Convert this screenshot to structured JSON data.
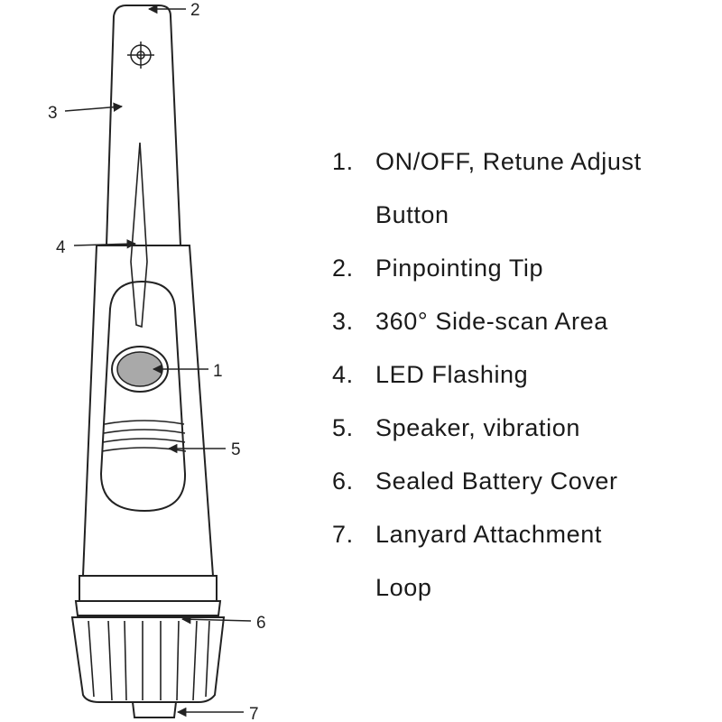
{
  "callouts": [
    "1",
    "2",
    "3",
    "4",
    "5",
    "6",
    "7"
  ],
  "legend": [
    {
      "num": "1.",
      "text": "ON/OFF, Retune Adjust",
      "cont": "Button"
    },
    {
      "num": "2.",
      "text": "Pinpointing Tip"
    },
    {
      "num": "3.",
      "text": "360° Side-scan Area"
    },
    {
      "num": "4.",
      "text": "LED Flashing"
    },
    {
      "num": "5.",
      "text": "Speaker, vibration"
    },
    {
      "num": "6.",
      "text": "Sealed Battery Cover"
    },
    {
      "num": "7.",
      "text": "Lanyard Attachment",
      "cont": "Loop"
    }
  ],
  "colors": {
    "line": "#222222",
    "button_fill": "#a9a9a9",
    "background": "#ffffff"
  }
}
